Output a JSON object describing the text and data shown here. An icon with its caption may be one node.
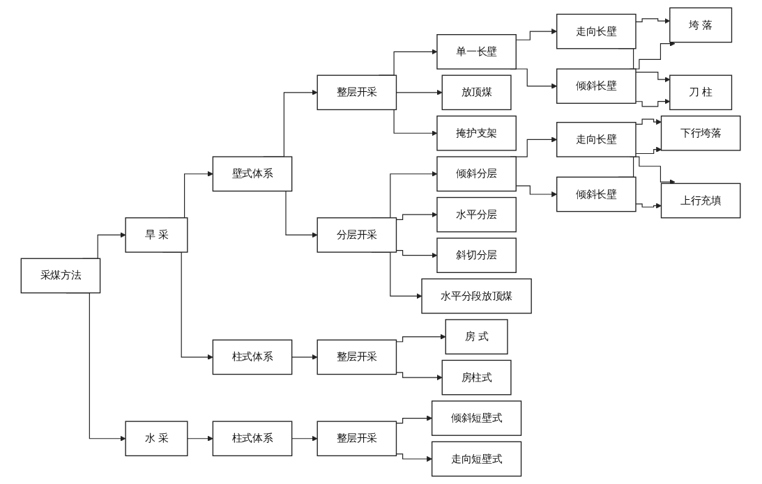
{
  "diagram": {
    "nodes": [
      {
        "text": [
          "采煤方法"
        ]
      },
      {
        "text": [
          "旱 采"
        ]
      },
      {
        "text": [
          "壁式体系"
        ]
      },
      {
        "text": [
          "整层开采"
        ]
      },
      {
        "text": [
          "单一长壁"
        ]
      },
      {
        "text": [
          "走向长壁"
        ]
      },
      {
        "text": [
          "垮 落"
        ]
      },
      {
        "text": [
          "刀 柱"
        ]
      },
      {
        "text": [
          "倾斜长壁"
        ]
      },
      {
        "text": [
          "放顶煤"
        ]
      },
      {
        "text": [
          "掩护支架"
        ]
      },
      {
        "text": [
          "分层开采"
        ]
      },
      {
        "text": [
          "倾斜分层"
        ]
      },
      {
        "text": [
          "走向长壁"
        ]
      },
      {
        "text": [
          "下行垮落"
        ]
      },
      {
        "text": [
          "上行充填"
        ]
      },
      {
        "text": [
          "倾斜长壁"
        ]
      },
      {
        "text": [
          "水平分层"
        ]
      },
      {
        "text": [
          "斜切分层"
        ]
      },
      {
        "text": [
          "水平分段放顶煤"
        ]
      },
      {
        "text": [
          "柱式体系"
        ]
      },
      {
        "text": [
          "整层开采"
        ]
      },
      {
        "text": [
          "房 式"
        ]
      },
      {
        "text": [
          "房柱式"
        ]
      },
      {
        "text": [
          "水 采"
        ]
      },
      {
        "text": [
          "柱式体系"
        ]
      },
      {
        "text": [
          "整层开采"
        ]
      },
      {
        "text": [
          "倾斜短壁式"
        ]
      },
      {
        "text": [
          "走向短壁式"
        ]
      }
    ],
    "edges": [
      {
        "from": 0,
        "to": 1,
        "arrow": "to"
      },
      {
        "from": 0,
        "to": 24,
        "arrow": "to"
      },
      {
        "from": 1,
        "to": 2,
        "arrow": "to"
      },
      {
        "from": 1,
        "to": 20,
        "arrow": "to"
      },
      {
        "from": 2,
        "to": 3,
        "arrow": "to"
      },
      {
        "from": 2,
        "to": 11,
        "arrow": "to"
      },
      {
        "from": 3,
        "to": 4,
        "arrow": "to"
      },
      {
        "from": 3,
        "to": 9,
        "arrow": "to"
      },
      {
        "from": 3,
        "to": 10,
        "arrow": "to"
      },
      {
        "from": 4,
        "to": 5,
        "arrow": "to"
      },
      {
        "from": 4,
        "to": 8,
        "arrow": "to"
      },
      {
        "from": 5,
        "to": 6,
        "arrow": "to"
      },
      {
        "from": 5,
        "to": 7,
        "arrow": "to"
      },
      {
        "from": 8,
        "to": 6,
        "arrow": "to"
      },
      {
        "from": 8,
        "to": 7,
        "arrow": "to"
      },
      {
        "from": 11,
        "to": 12,
        "arrow": "to"
      },
      {
        "from": 11,
        "to": 17,
        "arrow": "to"
      },
      {
        "from": 11,
        "to": 18,
        "arrow": "to"
      },
      {
        "from": 11,
        "to": 19,
        "arrow": "to"
      },
      {
        "from": 12,
        "to": 13,
        "arrow": "to"
      },
      {
        "from": 12,
        "to": 16,
        "arrow": "to"
      },
      {
        "from": 13,
        "to": 14,
        "arrow": "to"
      },
      {
        "from": 13,
        "to": 15,
        "arrow": "to"
      },
      {
        "from": 16,
        "to": 14,
        "arrow": "to"
      },
      {
        "from": 16,
        "to": 15,
        "arrow": "to"
      },
      {
        "from": 20,
        "to": 21,
        "arrow": "to"
      },
      {
        "from": 21,
        "to": 22,
        "arrow": "to"
      },
      {
        "from": 21,
        "to": 23,
        "arrow": "to"
      },
      {
        "from": 24,
        "to": 25,
        "arrow": "to"
      },
      {
        "from": 25,
        "to": 26,
        "arrow": "to"
      },
      {
        "from": 26,
        "to": 27,
        "arrow": "to"
      },
      {
        "from": 26,
        "to": 28,
        "arrow": "to"
      }
    ]
  }
}
